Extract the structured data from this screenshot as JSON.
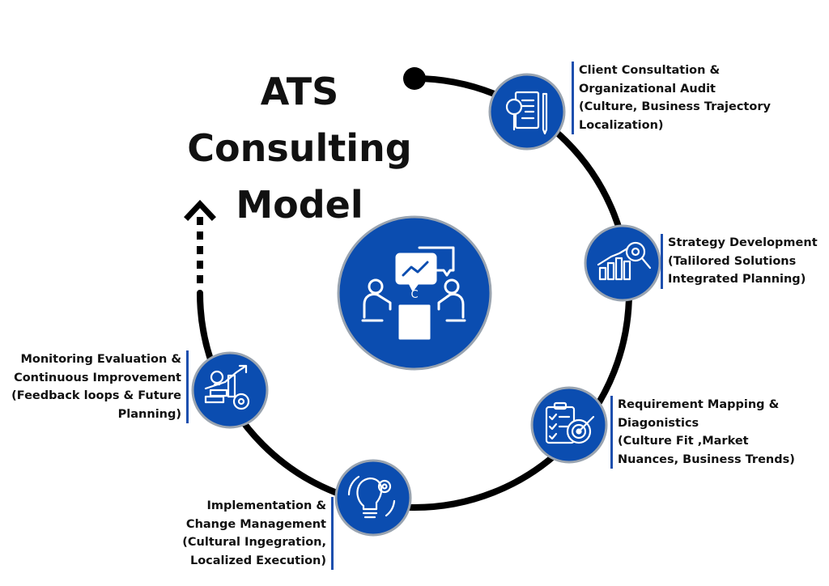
{
  "title": {
    "lines": [
      "ATS",
      "Consulting",
      "Model"
    ]
  },
  "colors": {
    "circle_fill": "#0b4db0",
    "circle_ring": "#9aa4b0",
    "track": "#000000",
    "accent_bar": "#1d4fae"
  },
  "stages": [
    {
      "icon": "document-magnifier-icon",
      "lines": [
        "Client Consultation &",
        "Organizational Audit",
        "(Culture, Business Trajectory",
        "Localization)"
      ]
    },
    {
      "icon": "growth-chart-gear-icon",
      "lines": [
        "Strategy Development",
        "(Talilored Solutions",
        "Integrated Planning)"
      ]
    },
    {
      "icon": "checklist-target-icon",
      "lines": [
        "Requirement Mapping &",
        "Diagonistics",
        "(Culture Fit ,Market",
        "Nuances, Business Trends)"
      ]
    },
    {
      "icon": "lightbulb-gear-icon",
      "lines": [
        "Implementation &",
        "Change Management",
        "(Cultural Ingegration,",
        "Localized Execution)"
      ]
    },
    {
      "icon": "bulb-growth-arrow-icon",
      "lines": [
        "Monitoring Evaluation &",
        "Continuous Improvement",
        "(Feedback loops & Future",
        "Planning)"
      ]
    }
  ],
  "center": {
    "icon": "team-meeting-chart-icon",
    "bubble_letter": "C"
  }
}
